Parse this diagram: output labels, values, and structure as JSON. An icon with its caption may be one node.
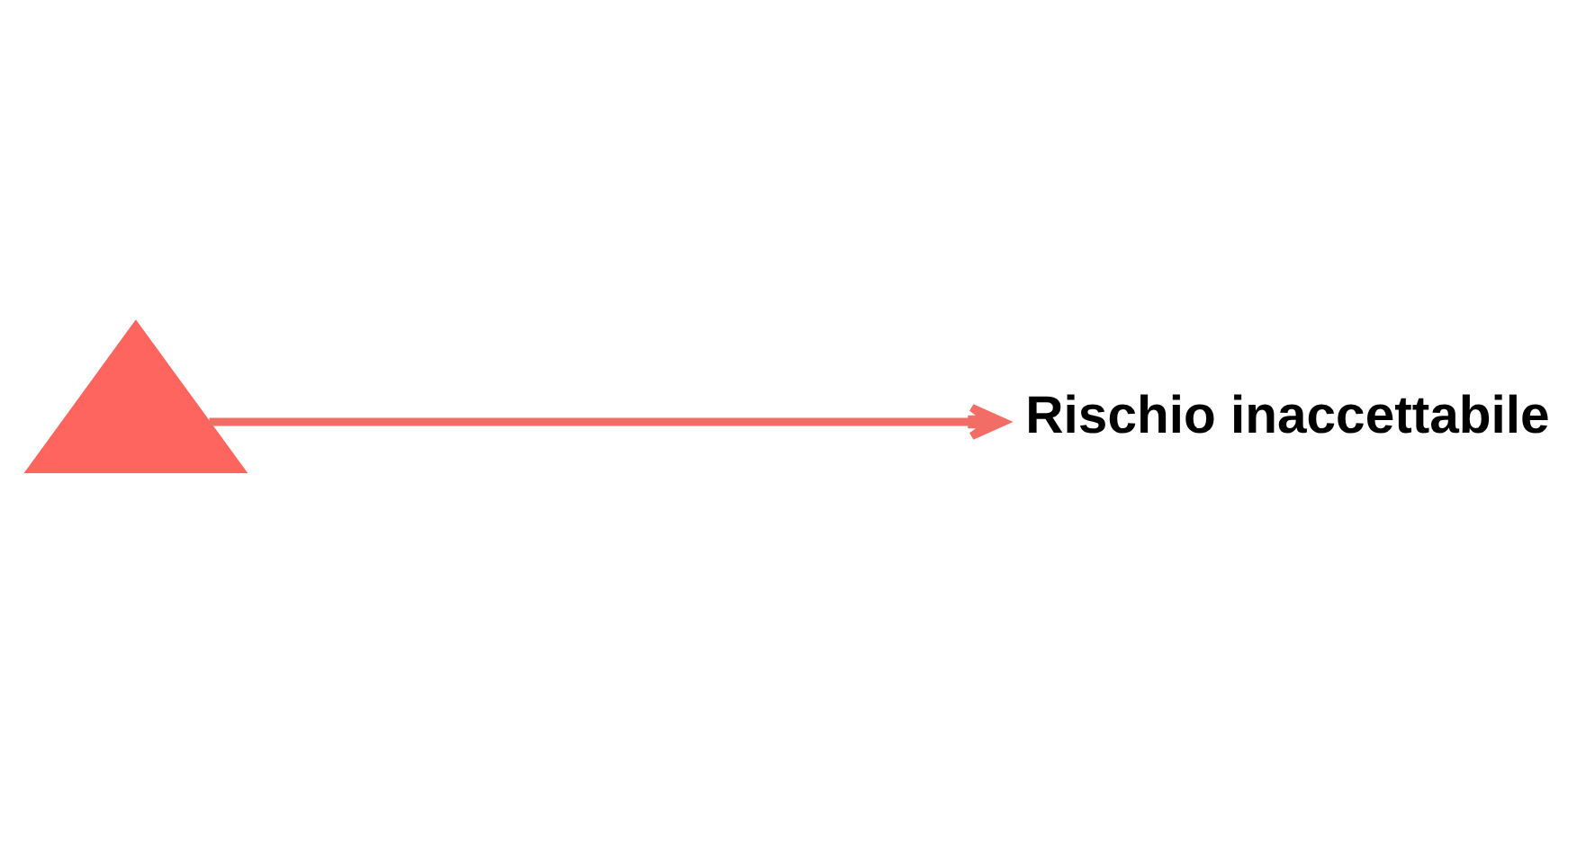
{
  "diagram": {
    "nodes": [
      {
        "text": [],
        "shape": "triangle"
      },
      {
        "text": [
          "Rischio inaccettabile"
        ]
      }
    ],
    "edges": [
      {
        "from": 0,
        "to": 1,
        "arrow": "to",
        "color": "#f26d66"
      }
    ]
  }
}
